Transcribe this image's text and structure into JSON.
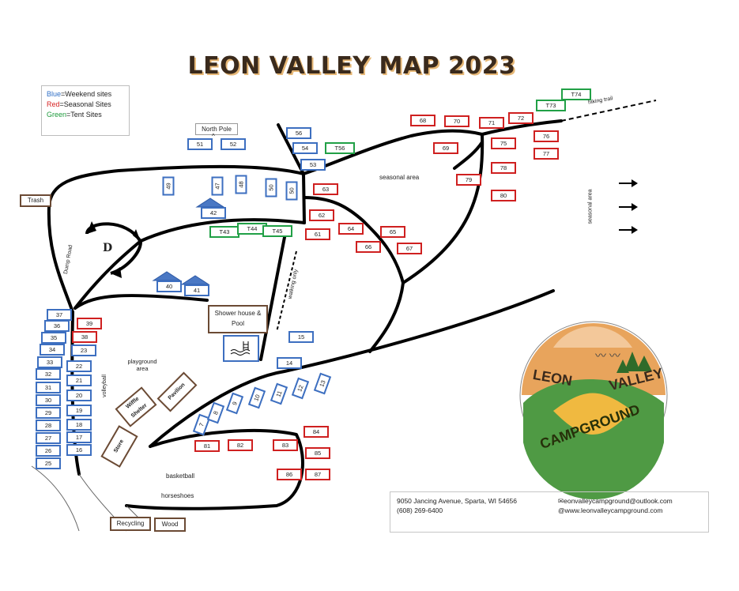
{
  "title": "LEON VALLEY MAP 2023",
  "legend": {
    "blue": "Blue",
    "blue_rest": "=Weekend sites",
    "red": "Red",
    "red_rest": "=Seasonal Sites",
    "green": "Green",
    "green_rest": "=Tent Sites"
  },
  "colors": {
    "weekend": "#3d6fc0",
    "seasonal": "#cf2020",
    "tent": "#21a046",
    "facility": "#6b4a34",
    "title_shadow": "#e7b877"
  },
  "labels": {
    "north_pole": "North Pole",
    "caret": "^",
    "trash": "Trash",
    "dump_road": "Dump Road",
    "d_marker": "D",
    "shower": "Shower house & Pool",
    "playground": "playground area",
    "volleyball": "volleyball",
    "wiffle": "Wiffle Shelter",
    "pavilion": "Pavilion",
    "store": "Store",
    "basketball": "basketball",
    "horseshoes": "horseshoes",
    "recycling": "Recycling",
    "wood": "Wood",
    "seasonal_area_1": "seasonal area",
    "seasonal_area_2": "seasonal area",
    "walking_only": "walking only",
    "hiking_trail": "hiking trail"
  },
  "sites": {
    "weekend": [
      "51",
      "52",
      "56",
      "54",
      "53",
      "49",
      "47",
      "48",
      "50",
      "42",
      "41",
      "40",
      "15",
      "14",
      "37",
      "36",
      "35",
      "34",
      "33",
      "32",
      "31",
      "30",
      "29",
      "28",
      "27",
      "26",
      "25",
      "23",
      "22",
      "21",
      "20",
      "19",
      "18",
      "17",
      "16",
      "7",
      "8",
      "9",
      "10",
      "11",
      "12",
      "13"
    ],
    "seasonal": [
      "39",
      "38",
      "61",
      "62",
      "63",
      "64",
      "65",
      "66",
      "67",
      "68",
      "69",
      "70",
      "71",
      "72",
      "75",
      "76",
      "77",
      "78",
      "79",
      "80",
      "81",
      "82",
      "83",
      "84",
      "85",
      "86",
      "87"
    ],
    "tent": [
      "T43",
      "T44",
      "T45",
      "T56",
      "T73",
      "T74"
    ]
  },
  "contact": {
    "address": "9050 Jancing Avenue, Sparta, WI 54656",
    "phone": "(608) 269-6400",
    "email": "eonvalleycampground@outlook.com",
    "web": "www.leonvalleycampground.com"
  },
  "logo": {
    "line1": "LEON",
    "line2": "VALLEY",
    "line3": "CAMPGROUND"
  }
}
